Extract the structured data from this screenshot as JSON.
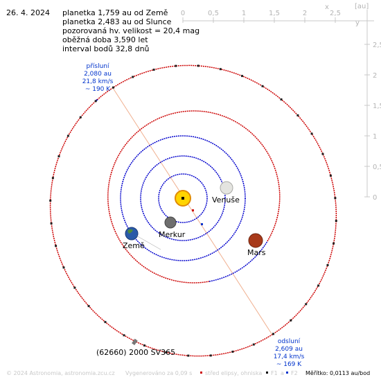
{
  "header": {
    "date": "26. 4. 2024",
    "lines": [
      "planetka 1,759 au od Země",
      "planetka 2,483 au od Slunce",
      "pozorovaná hv. velikost = 20,4 mag",
      "oběžná doba 3,590 let",
      "interval bodů 32,8 dnů"
    ]
  },
  "scale": {
    "x_ticks": [
      "0",
      "0,5",
      "1",
      "1,5",
      "2",
      "2,5"
    ],
    "x_unit": "x",
    "y_ticks": [
      "2,5",
      "2",
      "1,5",
      "1",
      "0,5",
      "0"
    ],
    "y_unit": "y",
    "unit_label": "[au]",
    "color": "#b4b4b4"
  },
  "colors": {
    "orbit_inner": "#0000cc",
    "orbit_asteroid": "#cc0000",
    "apsis_line": "#f0b090",
    "label_blue": "#0033cc",
    "sun": "#ffd400"
  },
  "perihelion": {
    "title": "přísluní",
    "distance": "2,080 au",
    "speed": "21,8 km/s",
    "temp": "~ 190 K"
  },
  "aphelion": {
    "title": "odsluní",
    "distance": "2,609 au",
    "speed": "17,4 km/s",
    "temp": "~ 169 K"
  },
  "bodies": {
    "venus": "Venuše",
    "mercury": "Merkur",
    "earth": "Země",
    "mars": "Mars",
    "asteroid": "(62660) 2000 SV365"
  },
  "footer": {
    "copyright": "© 2024 Astronomia, astronomia.zcu.cz",
    "generated": "Vygenerováno za 0,09 s",
    "center_legend": "střed elipsy, ohniska",
    "f1": "F1",
    "a_label": "a",
    "f2": "F2",
    "scale_text": "Měřítko: 0,0113 au/bod"
  }
}
